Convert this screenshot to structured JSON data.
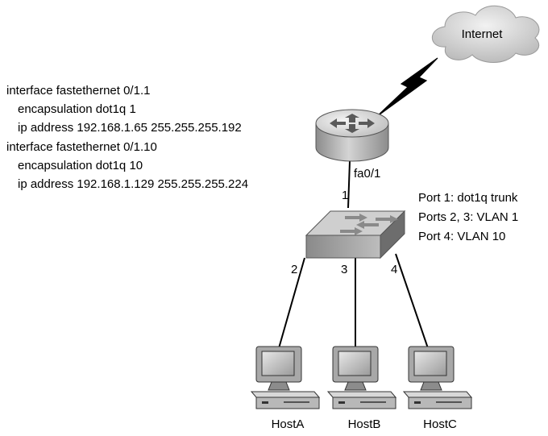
{
  "internet": {
    "label": "Internet"
  },
  "router": {
    "interface_label": "fa0/1",
    "config_lines": [
      "interface fastethernet 0/1.1",
      "encapsulation dot1q 1",
      "ip address 192.168.1.65 255.255.255.192",
      "interface fastethernet 0/1.10",
      "encapsulation dot1q 10",
      "ip address 192.168.1.129 255.255.255.224"
    ]
  },
  "switch": {
    "port_labels": [
      "1",
      "2",
      "3",
      "4"
    ],
    "notes": [
      "Port 1: dot1q trunk",
      "Ports 2, 3: VLAN 1",
      "Port 4: VLAN 10"
    ]
  },
  "hosts": [
    "HostA",
    "HostB",
    "HostC"
  ]
}
